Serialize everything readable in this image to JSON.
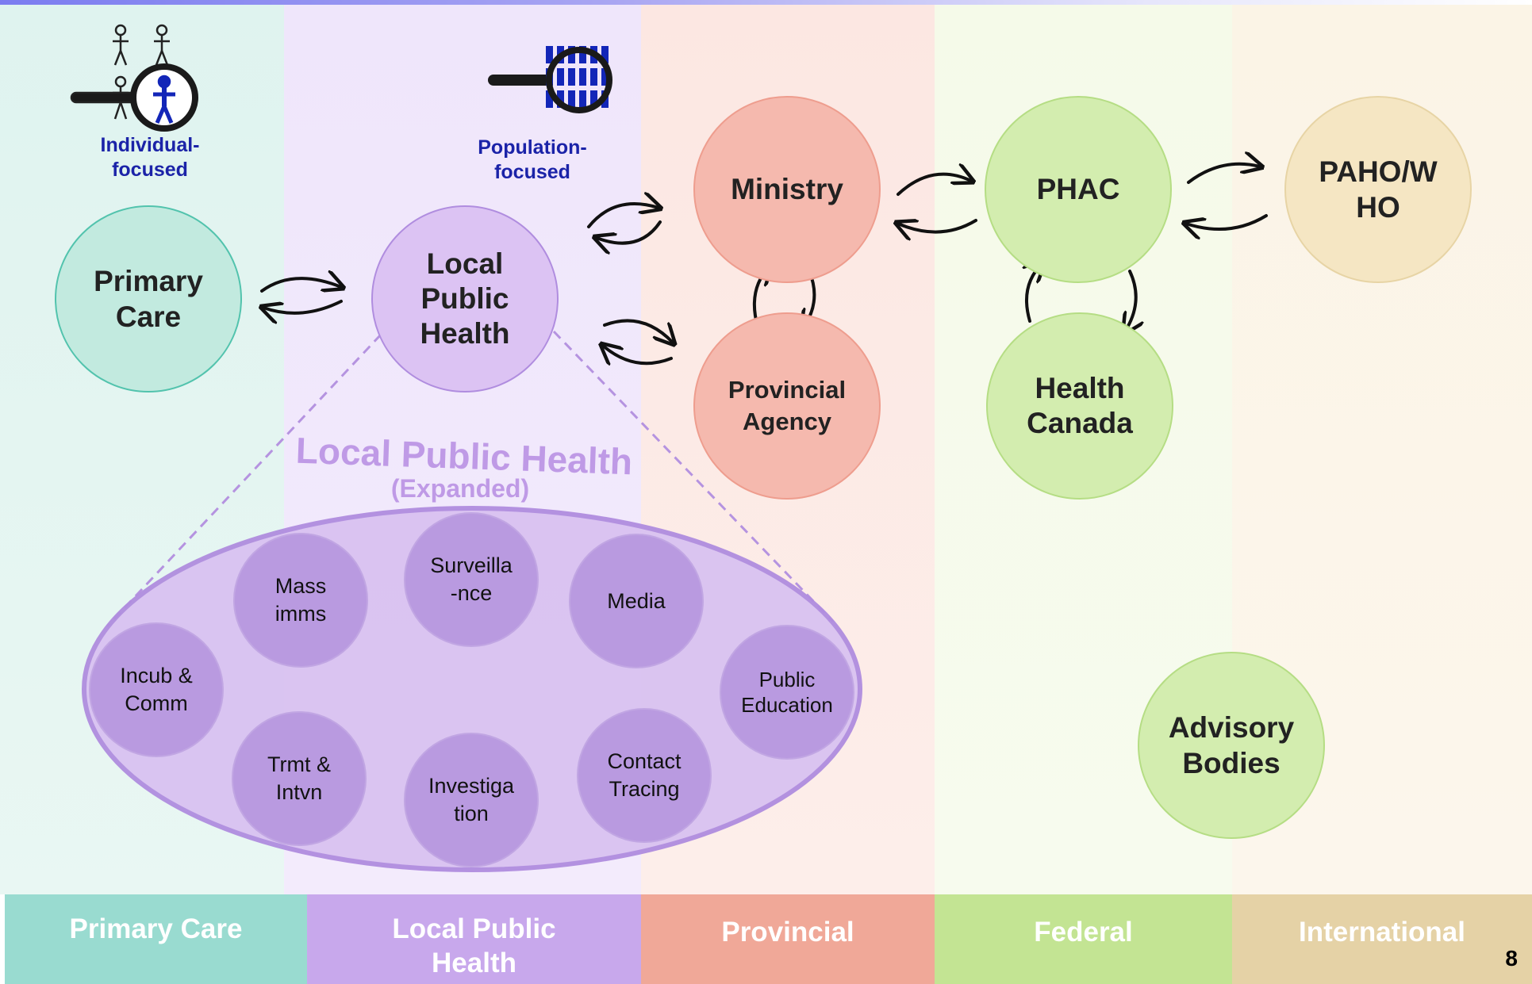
{
  "colors": {
    "primary_care": "#99dbd0",
    "local_public_health": "#c8a8ec",
    "provincial": "#f0a898",
    "federal": "#c3e493",
    "international": "#e5d2a6",
    "caption_blue": "#1b23a8"
  },
  "captions": {
    "individual": "Individual-\nfocused",
    "population": "Population-\nfocused"
  },
  "nodes": {
    "primary_care": "Primary\nCare",
    "local_public_health": "Local\nPublic\nHealth",
    "ministry": "Ministry",
    "provincial_agency": "Provincial\nAgency",
    "phac": "PHAC",
    "health_canada": "Health\nCanada",
    "paho_who": "PAHO/W\nHO",
    "advisory_bodies": "Advisory\nBodies"
  },
  "expanded": {
    "title": "Local Public Health",
    "subtitle": "(Expanded)",
    "items": {
      "mass_imms": "Mass\nimms",
      "surveillance": "Surveilla\n-nce",
      "media": "Media",
      "incub_comm": "Incub &\nComm",
      "public_education": "Public\nEducation",
      "trmt_intvn": "Trmt &\nIntvn",
      "investigation": "Investiga\ntion",
      "contact_tracing": "Contact\nTracing"
    }
  },
  "footer": {
    "primary_care": "Primary Care",
    "local_public_health": "Local Public\nHealth",
    "provincial": "Provincial",
    "federal": "Federal",
    "international": "International"
  },
  "page_number": "8"
}
